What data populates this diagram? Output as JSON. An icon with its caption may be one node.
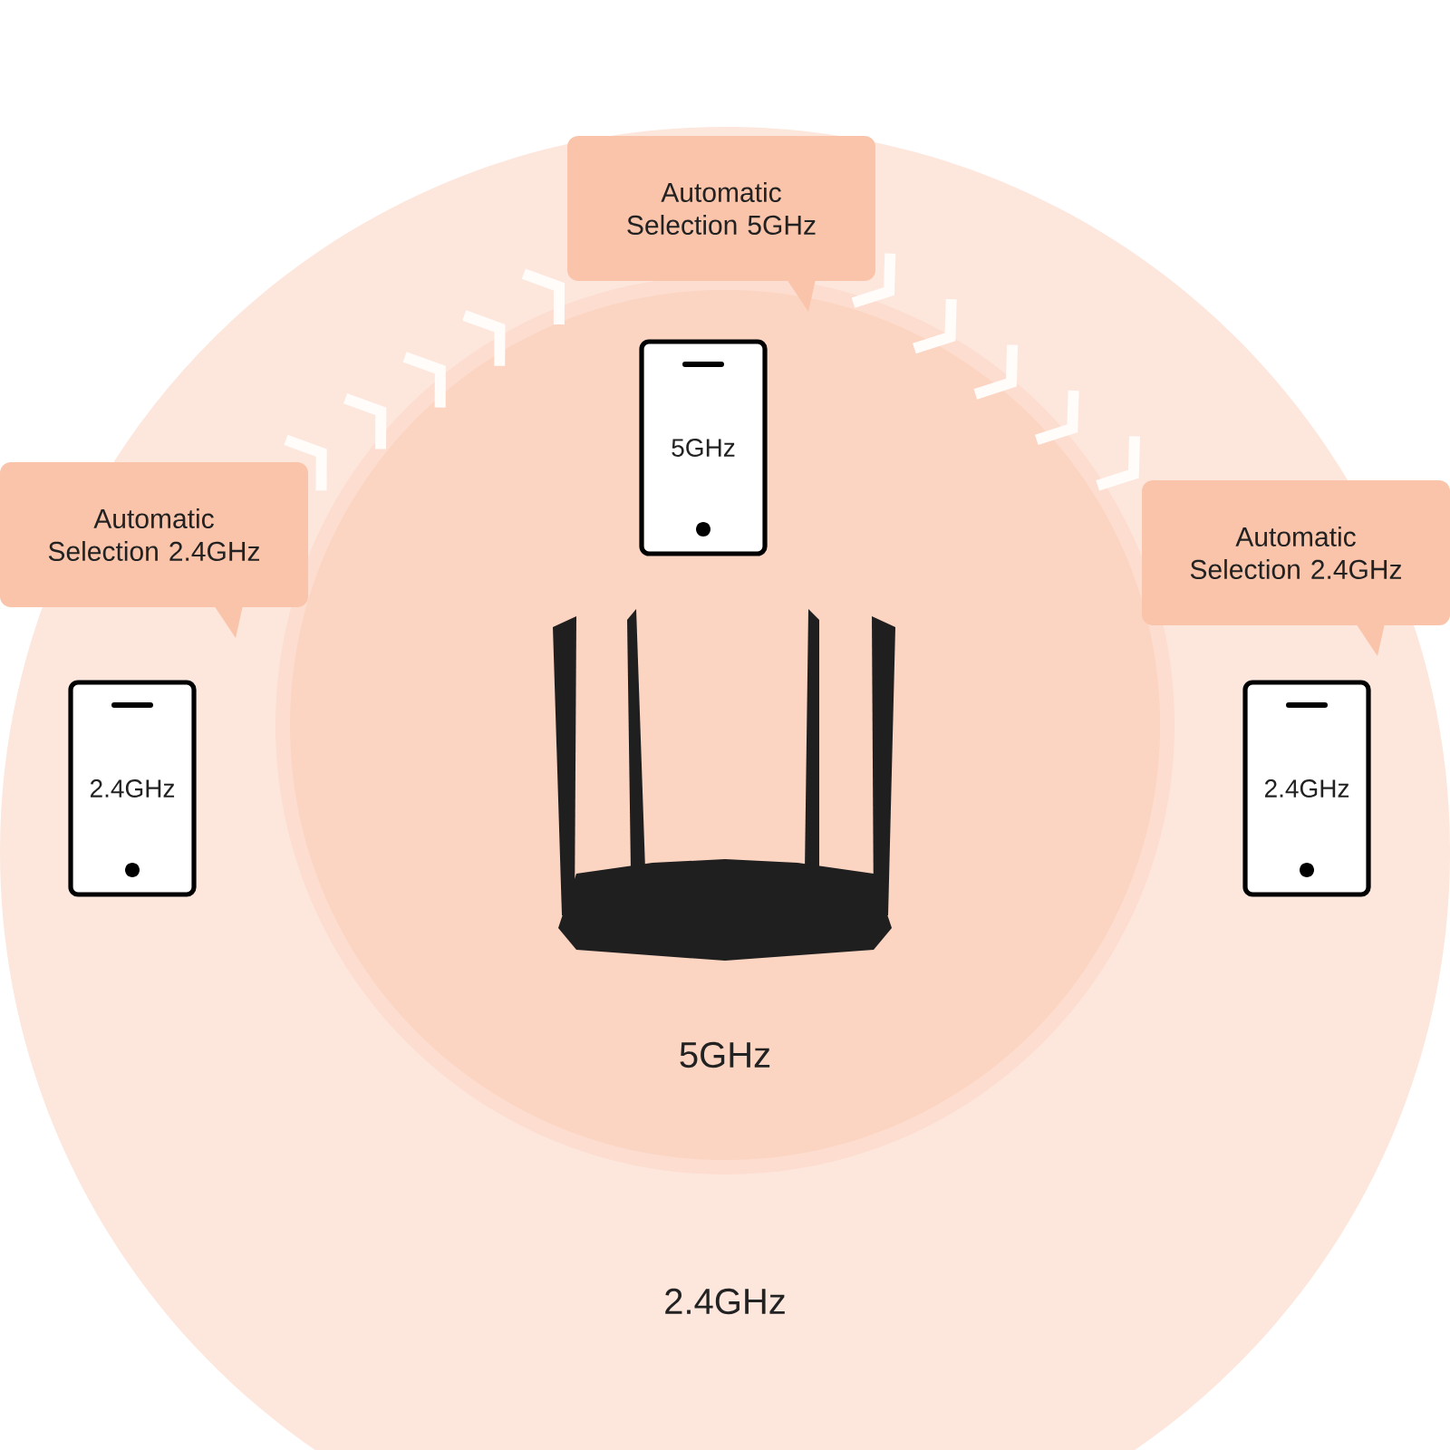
{
  "diagram": {
    "nodes": [
      {
        "text": [
          "2.4GHz"
        ]
      },
      {
        "text": [
          "5GHz"
        ],
        "in": 0
      },
      {
        "text": [],
        "shape": "picture",
        "in": 1
      },
      {
        "text": [
          "Automatic Selection 5GHz"
        ],
        "in": 0
      },
      {
        "text": [
          "5GHz"
        ],
        "in": 1
      },
      {
        "text": [
          "Automatic Selection 2.4GHz"
        ],
        "in": 0
      },
      {
        "text": [
          "2.4GHz"
        ],
        "in": 0
      },
      {
        "text": [
          "Automatic Selection 2.4GHz"
        ],
        "in": 0
      },
      {
        "text": [
          "2.4GHz"
        ],
        "in": 0
      }
    ],
    "edges": [
      {
        "from": 5,
        "to": 3,
        "arrow": "to"
      },
      {
        "from": 3,
        "to": 7,
        "arrow": "to"
      }
    ]
  }
}
